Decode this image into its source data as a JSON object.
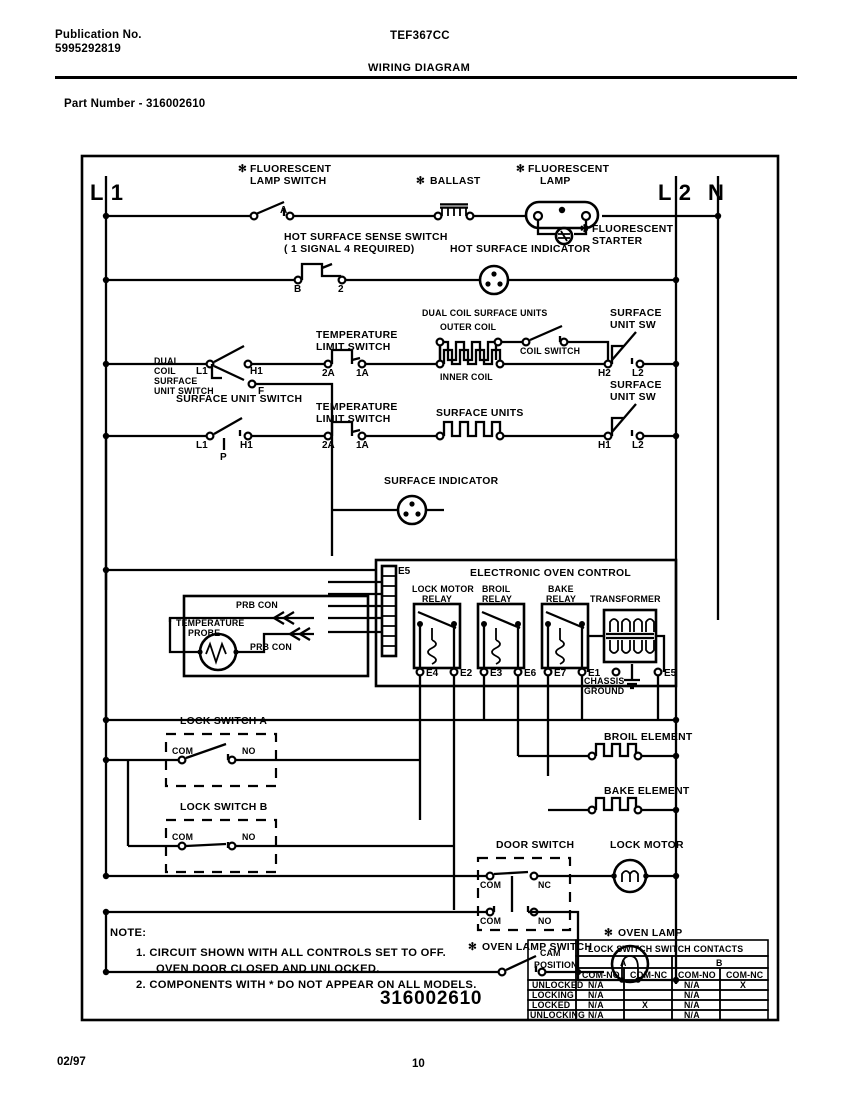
{
  "header": {
    "publication_label": "Publication No.",
    "publication_number": "5995292819",
    "model_number": "TEF367CC",
    "title": "WIRING DIAGRAM",
    "part_number_line": "Part Number - 316002610"
  },
  "footer": {
    "date": "02/97",
    "page_number": "10"
  },
  "diagram": {
    "part_number": "316002610",
    "terminals": {
      "l1": "L 1",
      "l2": "L 2",
      "n": "N"
    },
    "components": {
      "fluorescent_lamp_switch": "FLUORESCENT\nLAMP SWITCH",
      "fluorescent_lamp_switch_l1": "FLUORESCENT",
      "fluorescent_lamp_switch_l2": "LAMP SWITCH",
      "ballast": "BALLAST",
      "fluorescent_lamp_l1": "FLUORESCENT",
      "fluorescent_lamp_l2": "LAMP",
      "fluorescent_starter_l1": "FLUORESCENT",
      "fluorescent_starter_l2": "STARTER",
      "hot_surface_sense_switch_l1": "HOT SURFACE SENSE SWITCH",
      "hot_surface_sense_switch_l2": "( 1 SIGNAL  4 REQUIRED)",
      "hot_surface_indicator": "HOT SURFACE INDICATOR",
      "dual_coil_surface_unit_switch_l1": "DUAL",
      "dual_coil_surface_unit_switch_l2": "COIL",
      "dual_coil_surface_unit_switch_l3": "SURFACE",
      "dual_coil_surface_unit_switch_l4": "UNIT SWITCH",
      "surface_unit_switch": "SURFACE UNIT SWITCH",
      "temperature_limit_switch_l1": "TEMPERATURE",
      "temperature_limit_switch_l2": "LIMIT SWITCH",
      "dual_coil_surface_units_l1": "DUAL COIL SURFACE UNITS",
      "outer_coil": "OUTER COIL",
      "inner_coil": "INNER COIL",
      "coil_switch": "COIL SWITCH",
      "surface_unit_sw_l1": "SURFACE",
      "surface_unit_sw_l2": "UNIT SW",
      "surface_units": "SURFACE UNITS",
      "surface_indicator": "SURFACE INDICATOR",
      "electronic_oven_control": "ELECTRONIC OVEN CONTROL",
      "lock_motor_relay_l1": "LOCK MOTOR",
      "lock_motor_relay_l2": "RELAY",
      "broil_relay_l1": "BROIL",
      "broil_relay_l2": "RELAY",
      "bake_relay_l1": "BAKE",
      "bake_relay_l2": "RELAY",
      "transformer": "TRANSFORMER",
      "chassis_ground_l1": "CHASSIS",
      "chassis_ground_l2": "GROUND",
      "temperature_probe_l1": "TEMPERATURE",
      "temperature_probe_l2": "PROBE",
      "prb_con_1": "PRB CON",
      "prb_con_2": "PRB CON",
      "broil_element": "BROIL ELEMENT",
      "bake_element": "BAKE ELEMENT",
      "lock_switch_a": "LOCK SWITCH A",
      "lock_switch_b": "LOCK SWITCH B",
      "door_switch": "DOOR SWITCH",
      "lock_motor": "LOCK MOTOR",
      "oven_lamp_switch": "OVEN LAMP SWITCH",
      "oven_lamp": "OVEN LAMP"
    },
    "terminal_labels": {
      "sw_a": "A",
      "sw_b": "B",
      "sw_2": "2",
      "l1": "L1",
      "h1": "H1",
      "h2": "H2",
      "l2": "L2",
      "p": "P",
      "f": "F",
      "t2a": "2A",
      "t1a": "1A",
      "e1": "E1",
      "e2": "E2",
      "e3": "E3",
      "e4": "E4",
      "e5": "E5",
      "e6": "E6",
      "e7": "E7",
      "com": "COM",
      "no": "NO",
      "nc": "NC"
    },
    "notes": {
      "heading": "NOTE:",
      "items": [
        "1.  CIRCUIT SHOWN WITH ALL CONTROLS SET TO OFF.",
        "OVEN DOOR CLOSED AND UNLOCKED.",
        "2.  COMPONENTS WITH * DO NOT APPEAR ON ALL MODELS."
      ]
    },
    "contacts_table": {
      "title": "LOCK SWITCH SWITCH CONTACTS",
      "group_headers": [
        "A",
        "B"
      ],
      "col_headers": [
        "CAM\nPOSITION",
        "COM-NO",
        "COM-NC",
        "COM-NO",
        "COM-NC"
      ],
      "col_header_0_l1": "CAM",
      "col_header_0_l2": "POSITION",
      "col_header_1": "COM-NO",
      "col_header_2": "COM-NC",
      "col_header_3": "COM-NO",
      "col_header_4": "COM-NC",
      "rows": [
        {
          "position": "UNLOCKED",
          "a_no": "N/A",
          "a_nc": "",
          "b_no": "N/A",
          "b_nc": "X"
        },
        {
          "position": "LOCKING",
          "a_no": "N/A",
          "a_nc": "",
          "b_no": "N/A",
          "b_nc": ""
        },
        {
          "position": "LOCKED",
          "a_no": "N/A",
          "a_nc": "X",
          "b_no": "N/A",
          "b_nc": ""
        },
        {
          "position": "UNLOCKING",
          "a_no": "N/A",
          "a_nc": "",
          "b_no": "N/A",
          "b_nc": ""
        }
      ]
    }
  }
}
